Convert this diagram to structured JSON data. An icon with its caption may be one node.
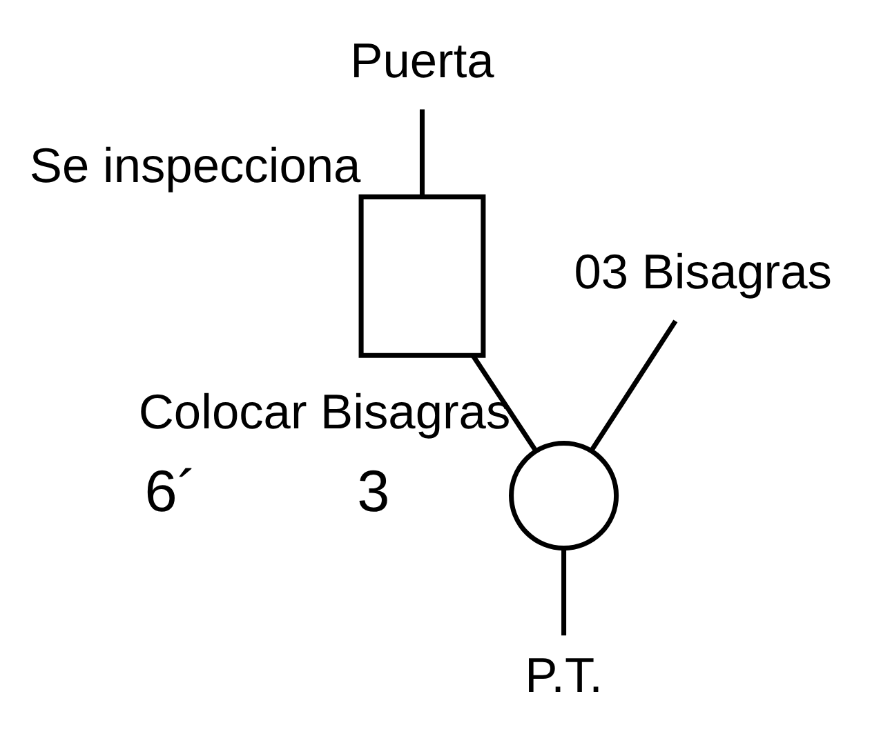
{
  "diagram": {
    "nodes": [
      {
        "text": [
          "Puerta"
        ]
      },
      {
        "text": [],
        "shape": "box",
        "beside": [
          "Se inspecciona"
        ]
      },
      {
        "text": [
          "03 Bisagras"
        ]
      },
      {
        "text": [],
        "shape": "circle",
        "beside": [
          "Colocar Bisagras"
        ]
      },
      {
        "text": [
          "P.T."
        ]
      }
    ],
    "edges": [
      {
        "from": 0,
        "to": 1,
        "arrow": "none"
      },
      {
        "from": 1,
        "to": 3,
        "arrow": "none"
      },
      {
        "from": 2,
        "to": 3,
        "arrow": "none"
      },
      {
        "from": 3,
        "to": 4,
        "arrow": "none"
      }
    ],
    "labels": [
      "6´",
      "3"
    ]
  }
}
